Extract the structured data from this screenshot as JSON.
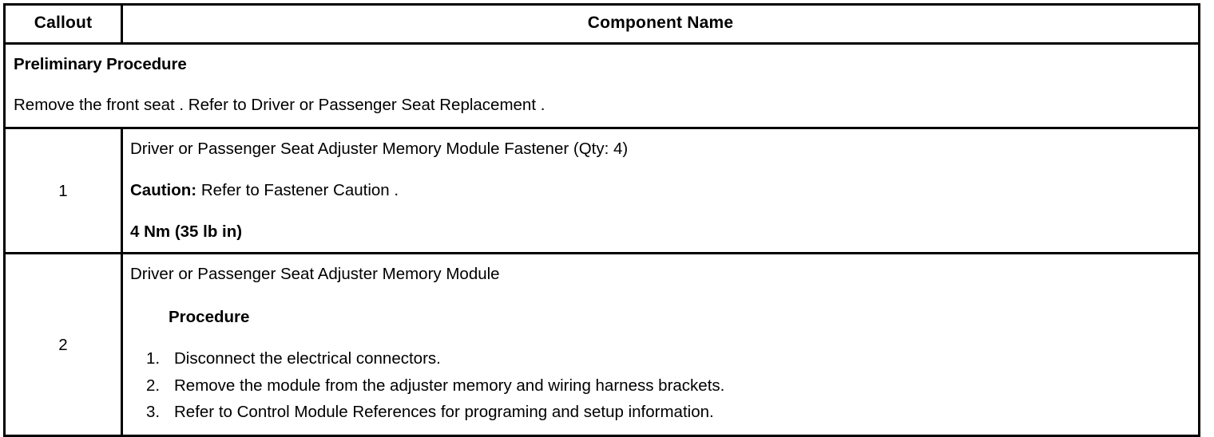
{
  "table": {
    "headers": {
      "callout": "Callout",
      "component_name": "Component Name"
    },
    "preliminary": {
      "title": "Preliminary Procedure",
      "text": "Remove the front seat . Refer to Driver or Passenger Seat Replacement ."
    },
    "rows": [
      {
        "callout": "1",
        "name": "Driver or Passenger Seat Adjuster Memory Module Fastener (Qty: 4)",
        "caution_label": "Caution:",
        "caution_text": " Refer to Fastener Caution .",
        "torque": "4 Nm (35 lb in)"
      },
      {
        "callout": "2",
        "name": "Driver or Passenger Seat Adjuster Memory Module",
        "procedure_heading": "Procedure",
        "steps": [
          {
            "num": "1.",
            "text": "Disconnect the electrical connectors."
          },
          {
            "num": "2.",
            "text": "Remove the module from the adjuster memory and wiring harness brackets."
          },
          {
            "num": "3.",
            "text": "Refer to Control Module References for programing and setup information."
          }
        ]
      }
    ]
  },
  "colors": {
    "border": "#000000",
    "text": "#000000",
    "background": "#ffffff"
  }
}
